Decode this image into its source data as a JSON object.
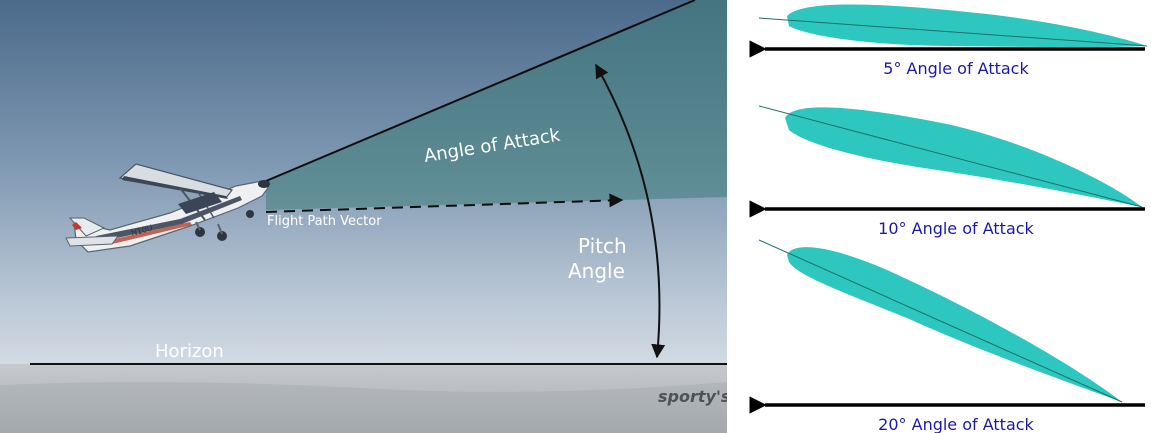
{
  "scene": {
    "angle_of_attack_label": "Angle of Attack",
    "flight_path_vector_label": "Flight Path Vector",
    "pitch_label_line1": "Pitch",
    "pitch_label_line2": "Angle",
    "horizon_label": "Horizon",
    "watermark": "sporty's",
    "tail_number": "N10U",
    "colors": {
      "sky_top": "#4f6d8c",
      "sky_bottom": "#c9d3df",
      "wedge": "#3f7f7a",
      "ground": "#b9bcc0",
      "line": "#111111"
    }
  },
  "wings": {
    "color": "#2ec7bf",
    "arrow_color": "#000000",
    "label_color": "#1a1aa8",
    "items": [
      {
        "angle_deg": 5,
        "label": "5° Angle of Attack"
      },
      {
        "angle_deg": 10,
        "label": "10° Angle of Attack"
      },
      {
        "angle_deg": 20,
        "label": "20° Angle of Attack"
      }
    ]
  }
}
